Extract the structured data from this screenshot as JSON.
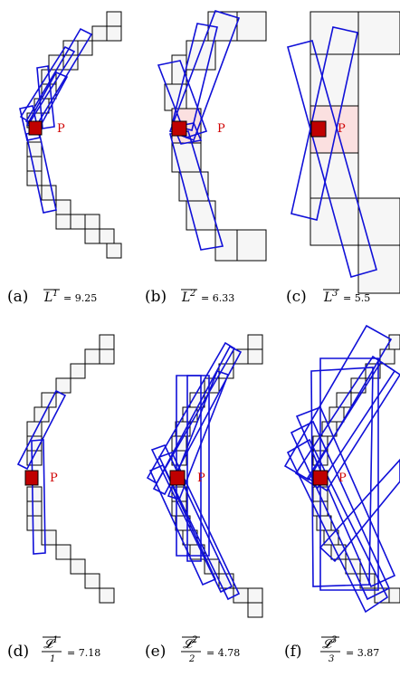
{
  "colors": {
    "rectangle": "#1010d8",
    "point": "#c00000",
    "label": "#d00000",
    "cell": "#f6f6f6",
    "cell_highlight": "#fbe0e0"
  },
  "point_label": "P",
  "panels": [
    {
      "tag": "(a)",
      "symbol": "L",
      "sup": "1",
      "sub": "",
      "value": "= 9.25"
    },
    {
      "tag": "(b)",
      "symbol": "L",
      "sup": "2",
      "sub": "",
      "value": "= 6.33"
    },
    {
      "tag": "(c)",
      "symbol": "L",
      "sup": "3",
      "sub": "",
      "value": "= 5.5"
    },
    {
      "tag": "(d)",
      "symbol": "𝓛",
      "sup": "1",
      "sub": "1",
      "value": "= 7.18"
    },
    {
      "tag": "(e)",
      "symbol": "𝓛",
      "sup": "2",
      "sub": "2",
      "value": "= 4.78"
    },
    {
      "tag": "(f)",
      "symbol": "𝓛",
      "sup": "3",
      "sub": "3",
      "value": "= 3.87"
    }
  ]
}
